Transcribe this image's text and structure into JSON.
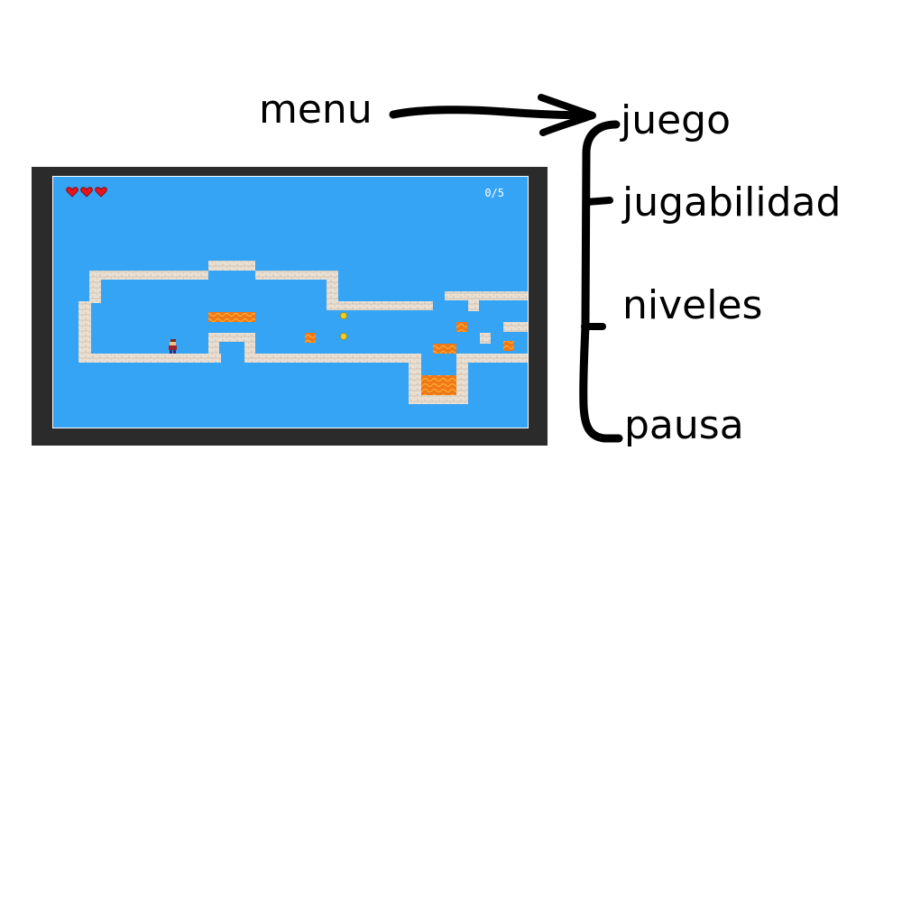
{
  "annotation": {
    "source_label": "menu",
    "items": [
      "juego",
      "jugabilidad",
      "niveles",
      "pausa"
    ]
  },
  "game": {
    "hearts": 3,
    "coin_counter": "0/5"
  },
  "colors": {
    "sky": "#35a4f5",
    "frame": "#2b2b2b",
    "brick": "#e8ddd0",
    "lava": "#f07818",
    "coin": "#f2d020",
    "heart": "#e8141c"
  }
}
